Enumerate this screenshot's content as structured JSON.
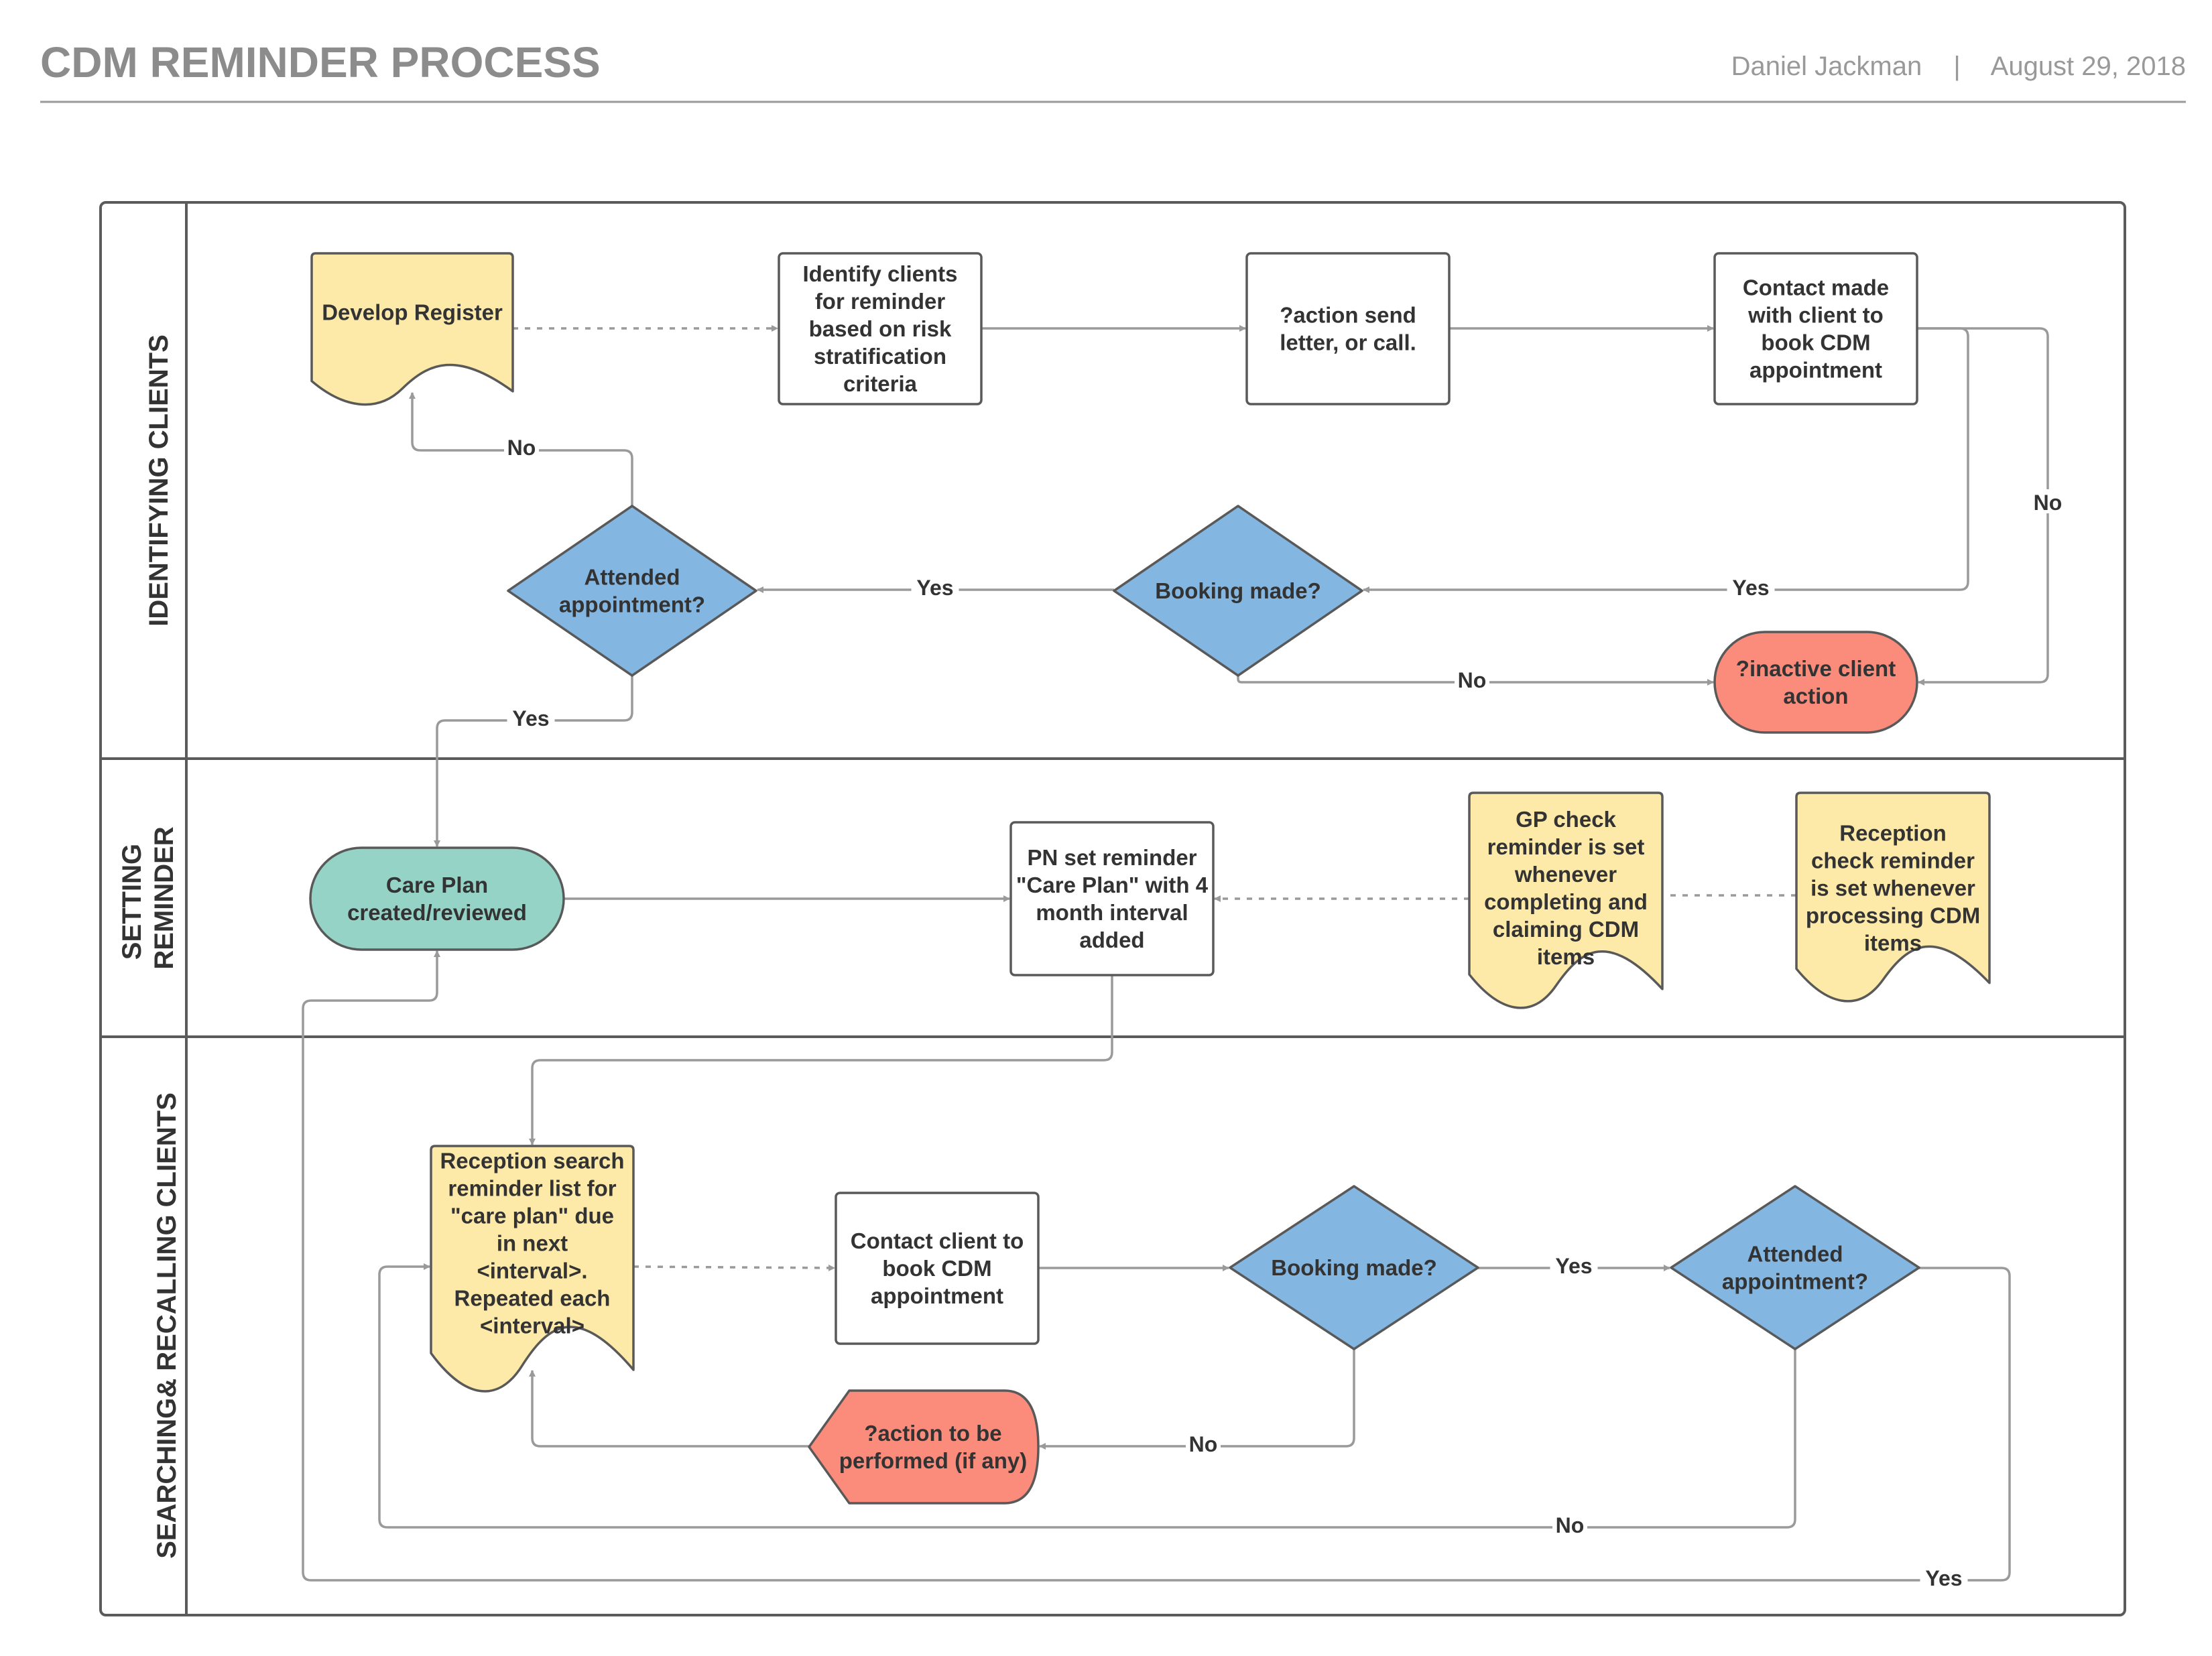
{
  "header": {
    "title": "CDM REMINDER PROCESS",
    "author": "Daniel Jackman",
    "separator": "|",
    "date": "August 29, 2018"
  },
  "lanes": [
    {
      "id": "identifying",
      "lines": [
        "IDENTIFYING CLIENTS"
      ]
    },
    {
      "id": "setting",
      "lines": [
        "SETTING",
        "REMINDER"
      ]
    },
    {
      "id": "searching",
      "lines": [
        "SEARCHING& RECALLING CLIENTS"
      ]
    }
  ],
  "nodes": {
    "develop_register": {
      "lines": [
        "Develop Register"
      ],
      "color": "#fde9a8"
    },
    "identify_clients": {
      "lines": [
        "Identify clients",
        "for reminder",
        "based on risk",
        "stratification",
        "criteria"
      ],
      "color": "#ffffff"
    },
    "action_send_letter": {
      "lines": [
        "?action send",
        "letter, or call."
      ],
      "color": "#ffffff"
    },
    "contact_made": {
      "lines": [
        "Contact made",
        "with  client to",
        "book CDM",
        "appointment"
      ],
      "color": "#ffffff"
    },
    "attended_1": {
      "lines": [
        "Attended",
        "appointment?"
      ],
      "color": "#83b6e1"
    },
    "booking_1": {
      "lines": [
        "Booking made?"
      ],
      "color": "#83b6e1"
    },
    "inactive_client": {
      "lines": [
        "?inactive client",
        "action"
      ],
      "color": "#fb8b7b"
    },
    "care_plan": {
      "lines": [
        "Care Plan",
        "created/reviewed"
      ],
      "color": "#94d3c6"
    },
    "pn_set_reminder": {
      "lines": [
        "PN set reminder",
        "\"Care Plan\" with 4",
        "month interval",
        "added"
      ],
      "color": "#ffffff"
    },
    "gp_check": {
      "lines": [
        "GP check",
        "reminder is set",
        "whenever",
        "completing and",
        "claiming CDM",
        "items"
      ],
      "color": "#fde9a8"
    },
    "reception_check": {
      "lines": [
        "Reception",
        "check reminder",
        "is set whenever",
        "processing CDM",
        "items"
      ],
      "color": "#fde9a8"
    },
    "reception_search": {
      "lines": [
        "Reception search",
        "reminder list for",
        "\"care plan\" due",
        "in next",
        "<interval>.",
        "Repeated each",
        "<interval>"
      ],
      "color": "#fde9a8"
    },
    "contact_client": {
      "lines": [
        "Contact client to",
        "book CDM",
        "appointment"
      ],
      "color": "#ffffff"
    },
    "booking_2": {
      "lines": [
        "Booking made?"
      ],
      "color": "#83b6e1"
    },
    "attended_2": {
      "lines": [
        "Attended",
        "appointment?"
      ],
      "color": "#83b6e1"
    },
    "action_performed": {
      "lines": [
        "?action to be",
        "performed (if any)"
      ],
      "color": "#fb8b7b"
    }
  },
  "edges": [
    {
      "id": "register-to-identify",
      "label": ""
    },
    {
      "id": "identify-to-send",
      "label": ""
    },
    {
      "id": "send-to-contact",
      "label": ""
    },
    {
      "id": "contact-to-booking",
      "label": "Yes"
    },
    {
      "id": "contact-to-inactive",
      "label": "No"
    },
    {
      "id": "booking-to-attended",
      "label": "Yes"
    },
    {
      "id": "booking-to-inactive",
      "label": "No"
    },
    {
      "id": "attended-to-register",
      "label": "No"
    },
    {
      "id": "attended-to-careplan",
      "label": "Yes"
    },
    {
      "id": "careplan-to-pn",
      "label": ""
    },
    {
      "id": "gp-to-pn",
      "label": ""
    },
    {
      "id": "reception-to-gp",
      "label": ""
    },
    {
      "id": "pn-to-search",
      "label": ""
    },
    {
      "id": "search-to-contact",
      "label": ""
    },
    {
      "id": "contact-to-booking2",
      "label": ""
    },
    {
      "id": "booking2-to-attended2",
      "label": "Yes"
    },
    {
      "id": "booking2-to-action",
      "label": "No"
    },
    {
      "id": "action-to-search",
      "label": ""
    },
    {
      "id": "attended2-to-search",
      "label": "No"
    },
    {
      "id": "attended2-to-careplan",
      "label": "Yes"
    }
  ],
  "colors": {
    "lane_border": "#5b5b5b",
    "node_stroke": "#595959",
    "connector": "#9a9a9a",
    "header_rule": "#9a9a9a"
  }
}
